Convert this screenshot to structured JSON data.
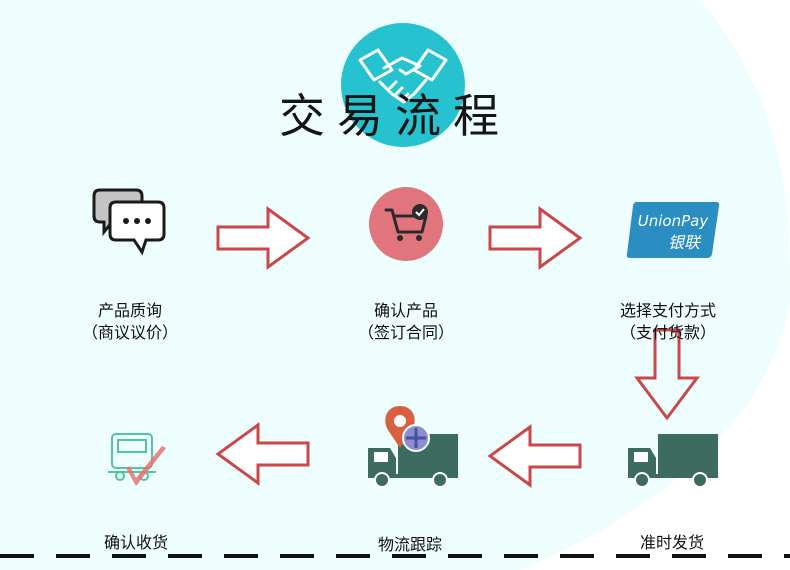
{
  "title": "交易流程",
  "steps": [
    {
      "name": "产品质询",
      "note": "（商议议价）"
    },
    {
      "name": "确认产品",
      "note": "（签订合同）"
    },
    {
      "name": "选择支付方式",
      "note": "（支付货款）"
    },
    {
      "name": "准时发货"
    },
    {
      "name": "物流跟踪"
    },
    {
      "name": "确认收货"
    }
  ],
  "card_logo": {
    "brand": "UnionPay",
    "cn": "银联"
  },
  "colors": {
    "teal": "#26c2cf",
    "cart_badge": "#e0757e",
    "truck_dark": "#3d6b60",
    "arrow_stroke": "#c9484a",
    "card_blue": "#2b8ec2",
    "pin_orange": "#d8603e",
    "receipt_green": "#4fc79a",
    "check_red": "#e87070"
  }
}
